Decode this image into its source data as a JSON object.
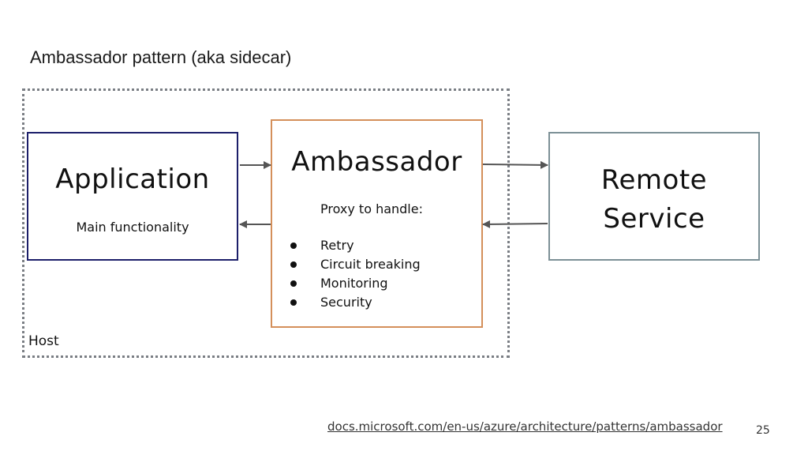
{
  "slide": {
    "title": "Ambassador pattern (aka sidecar)",
    "host_label": "Host",
    "page_number": "25",
    "reference_link": "docs.microsoft.com/en-us/azure/architecture/patterns/ambassador"
  },
  "application": {
    "title": "Application",
    "subtitle": "Main functionality"
  },
  "ambassador": {
    "title": "Ambassador",
    "subtitle": "Proxy to handle:",
    "items": [
      "Retry",
      "Circuit breaking",
      "Monitoring",
      "Security"
    ]
  },
  "remote": {
    "title_line1": "Remote",
    "title_line2": "Service"
  },
  "colors": {
    "application_border": "#1c1f6a",
    "ambassador_border": "#d48f5a",
    "remote_border": "#7c9096",
    "host_border": "#7a7e84",
    "arrow": "#555555"
  }
}
